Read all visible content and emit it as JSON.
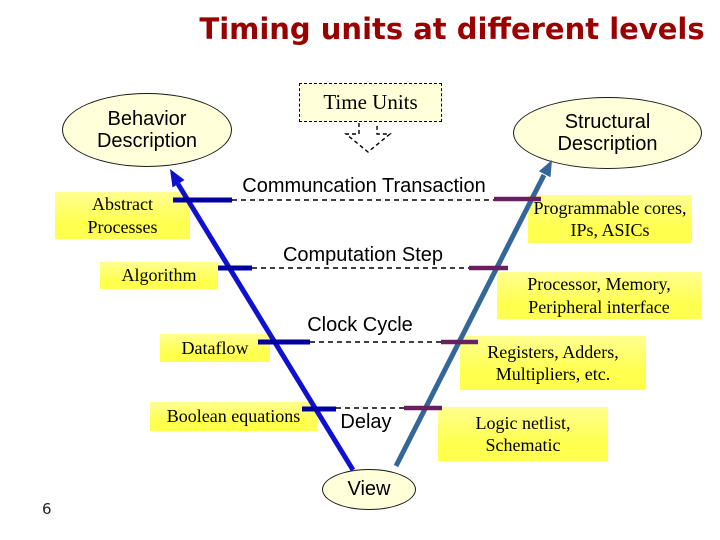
{
  "slide": {
    "title": "Timing units at different levels",
    "page_number": "6"
  },
  "colors": {
    "title": "#990000",
    "left_line": "#1010D0",
    "left_tick": "#0000A0",
    "right_line": "#336699",
    "right_tick": "#6A2060",
    "node_fill": "#FFFFD9",
    "label_fill": "#FFFF4D"
  },
  "nodes": {
    "behavior": "Behavior Description",
    "time_units": "Time Units",
    "structural": "Structural Description",
    "view": "View"
  },
  "levels": [
    {
      "left": "Abstract Processes",
      "center": "Communcation Transaction",
      "right": "Programmable cores, IPs, ASICs"
    },
    {
      "left": "Algorithm",
      "center": "Computation Step",
      "right": "Processor, Memory, Peripheral interface"
    },
    {
      "left": "Dataflow",
      "center": "Clock Cycle",
      "right": "Registers, Adders, Multipliers, etc."
    },
    {
      "left": "Boolean equations",
      "center": "Delay",
      "right": "Logic netlist, Schematic"
    }
  ]
}
